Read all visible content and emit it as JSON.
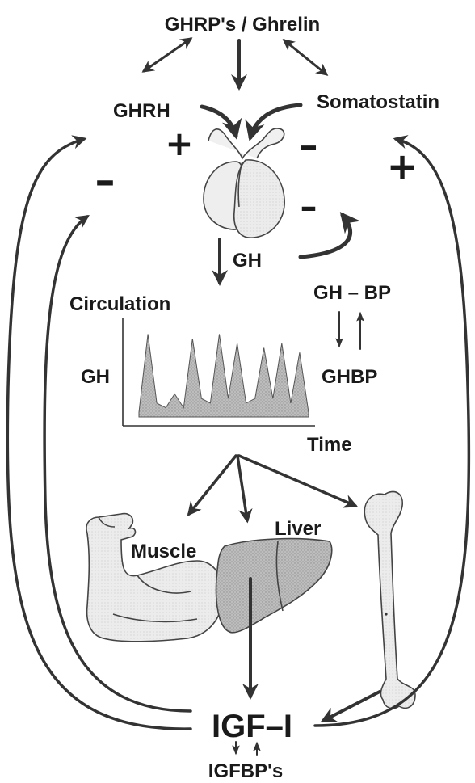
{
  "labels": {
    "ghrp_ghrelin": "GHRP's / Ghrelin",
    "ghrh": "GHRH",
    "somatostatin": "Somatostatin",
    "gh_out": "GH",
    "circulation": "Circulation",
    "gh_axis": "GH",
    "time": "Time",
    "gh_bp": "GH – BP",
    "ghbp": "GHBP",
    "muscle": "Muscle",
    "liver": "Liver",
    "igf1": "IGF–I",
    "igfbp": "IGFBP's"
  },
  "signs": {
    "ghrh_pituitary": "+",
    "somatostatin_pituitary": "–",
    "igf_hypothalamus_left": "–",
    "igf_somatostatin_right": "+",
    "gh_autofeedback": "–"
  },
  "chart_data": {
    "type": "area",
    "title": "",
    "xlabel": "Time",
    "ylabel": "GH",
    "x": [],
    "series": [
      {
        "name": "",
        "values": [
          0.05,
          0.9,
          0.15,
          0.1,
          0.25,
          0.1,
          0.85,
          0.2,
          0.15,
          0.9,
          0.2,
          0.8,
          0.15,
          0.2,
          0.75,
          0.2,
          0.8,
          0.15,
          0.7,
          0.05
        ]
      }
    ],
    "grid": false,
    "legend": "none"
  },
  "colors": {
    "ink": "#1a1a1a",
    "area_fill": "#a6a6a6",
    "organ_fill": "#e6e6e6",
    "liver_fill": "#b5b5b5"
  },
  "icons": {
    "pituitary": "pituitary-gland-icon",
    "muscle": "flexed-arm-icon",
    "liver": "liver-icon",
    "bone": "long-bone-icon"
  }
}
